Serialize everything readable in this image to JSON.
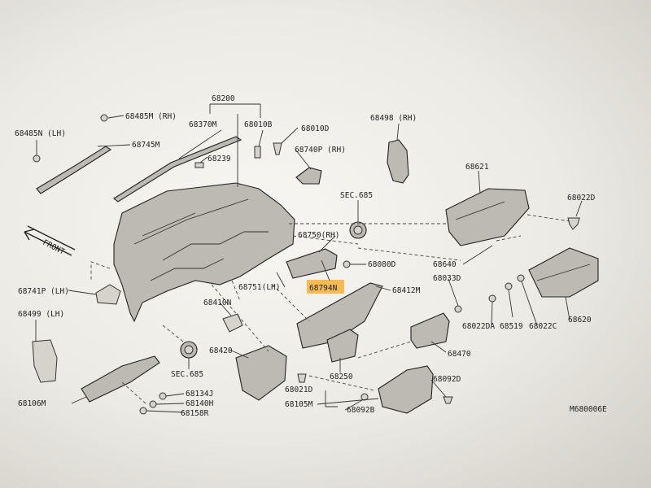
{
  "labels": {
    "p68200": "68200",
    "p68370M": "68370M",
    "p68010B": "68010B",
    "p68010D": "68010D",
    "p68485M": "68485M (RH)",
    "p68485N": "68485N (LH)",
    "p68745M": "68745M",
    "p68239": "68239",
    "p68498": "68498 (RH)",
    "p68740P": "68740P (RH)",
    "sec685a": "SEC.685",
    "p68621": "68621",
    "p68022D": "68022D",
    "p68750": "68750(RH)",
    "p68080D": "68080D",
    "p68640": "68640",
    "p68741P": "68741P (LH)",
    "p68751": "68751(LH)",
    "p68794N": "68794N",
    "p68412M": "68412M",
    "p68033D": "68033D",
    "p68410N": "68410N",
    "p68499": "68499 (LH)",
    "p68022DA": "68022DA",
    "p68519": "68519",
    "p68022C": "68022C",
    "p68620": "68620",
    "p68420": "68420",
    "p68470": "68470",
    "sec685b": "SEC.685",
    "p68250": "68250",
    "p68092D": "68092D",
    "p68134J": "68134J",
    "p68140H": "68140H",
    "p68106M": "68106M",
    "p68021D": "68021D",
    "p68105M": "68105M",
    "p68158R": "68158R",
    "p68092B": "68092B",
    "front": "FRONT",
    "diagram_code": "M680006E"
  },
  "colors": {
    "highlight": "#f5b13a",
    "ink": "#222222",
    "part_fill": "#bdbab3"
  }
}
